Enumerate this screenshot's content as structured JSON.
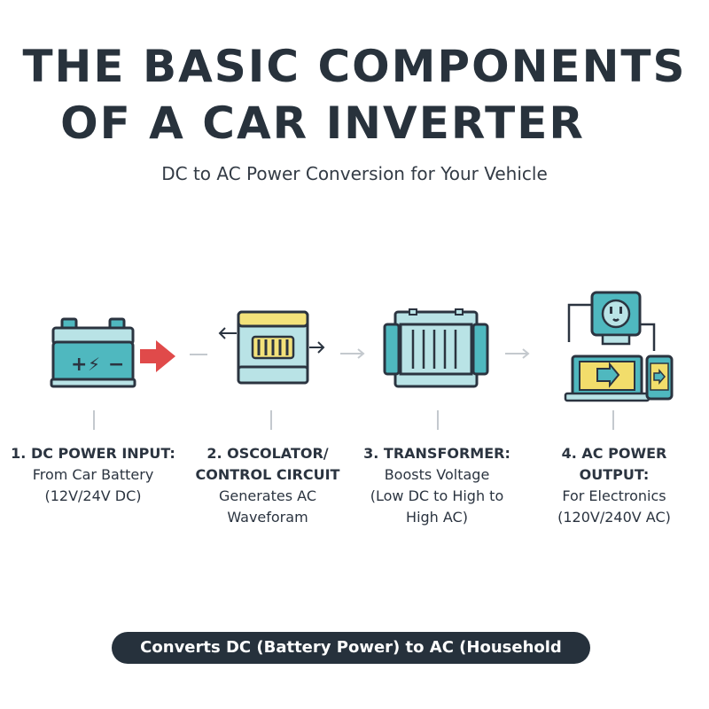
{
  "title_line_1": "THE BASIC COMPONENTS",
  "title_line_2": "OF A CAR INVERTER",
  "subtitle": "DC to AC Power Conversion for Your Vehicle",
  "components": [
    {
      "heading": "1. DC POWER INPUT:",
      "lines": [
        "From Car Battery",
        "(12V/24V DC)"
      ],
      "icon": "car-battery-icon"
    },
    {
      "heading": "2. OSCOLATOR/",
      "lines": [
        "CONTROL CIRCUIT",
        "Generates AC",
        "Waveforam"
      ],
      "icon": "oscillator-circuit-icon"
    },
    {
      "heading": "3. TRANSFORMER:",
      "lines": [
        "Boosts Voltage",
        "(Low DC to High to",
        "High AC)"
      ],
      "icon": "transformer-icon"
    },
    {
      "heading": "4. AC POWER OUTPUT:",
      "lines": [
        "For Electronics",
        "(120V/240V AC)"
      ],
      "icon": "outlet-laptop-phone-icon"
    }
  ],
  "footer": "Converts DC (Battery Power) to AC (Household Power",
  "battery_symbols": {
    "plus": "+",
    "bolt": "⚡",
    "minus": "−"
  },
  "colors": {
    "teal": "#4fb8bf",
    "teal_light": "#b9e3e6",
    "dark": "#2b3440",
    "yellow": "#f3e27a",
    "red_arrow": "#e04a4a",
    "screen_yellow": "#f2dd6b",
    "footer_bg": "#26313c"
  }
}
